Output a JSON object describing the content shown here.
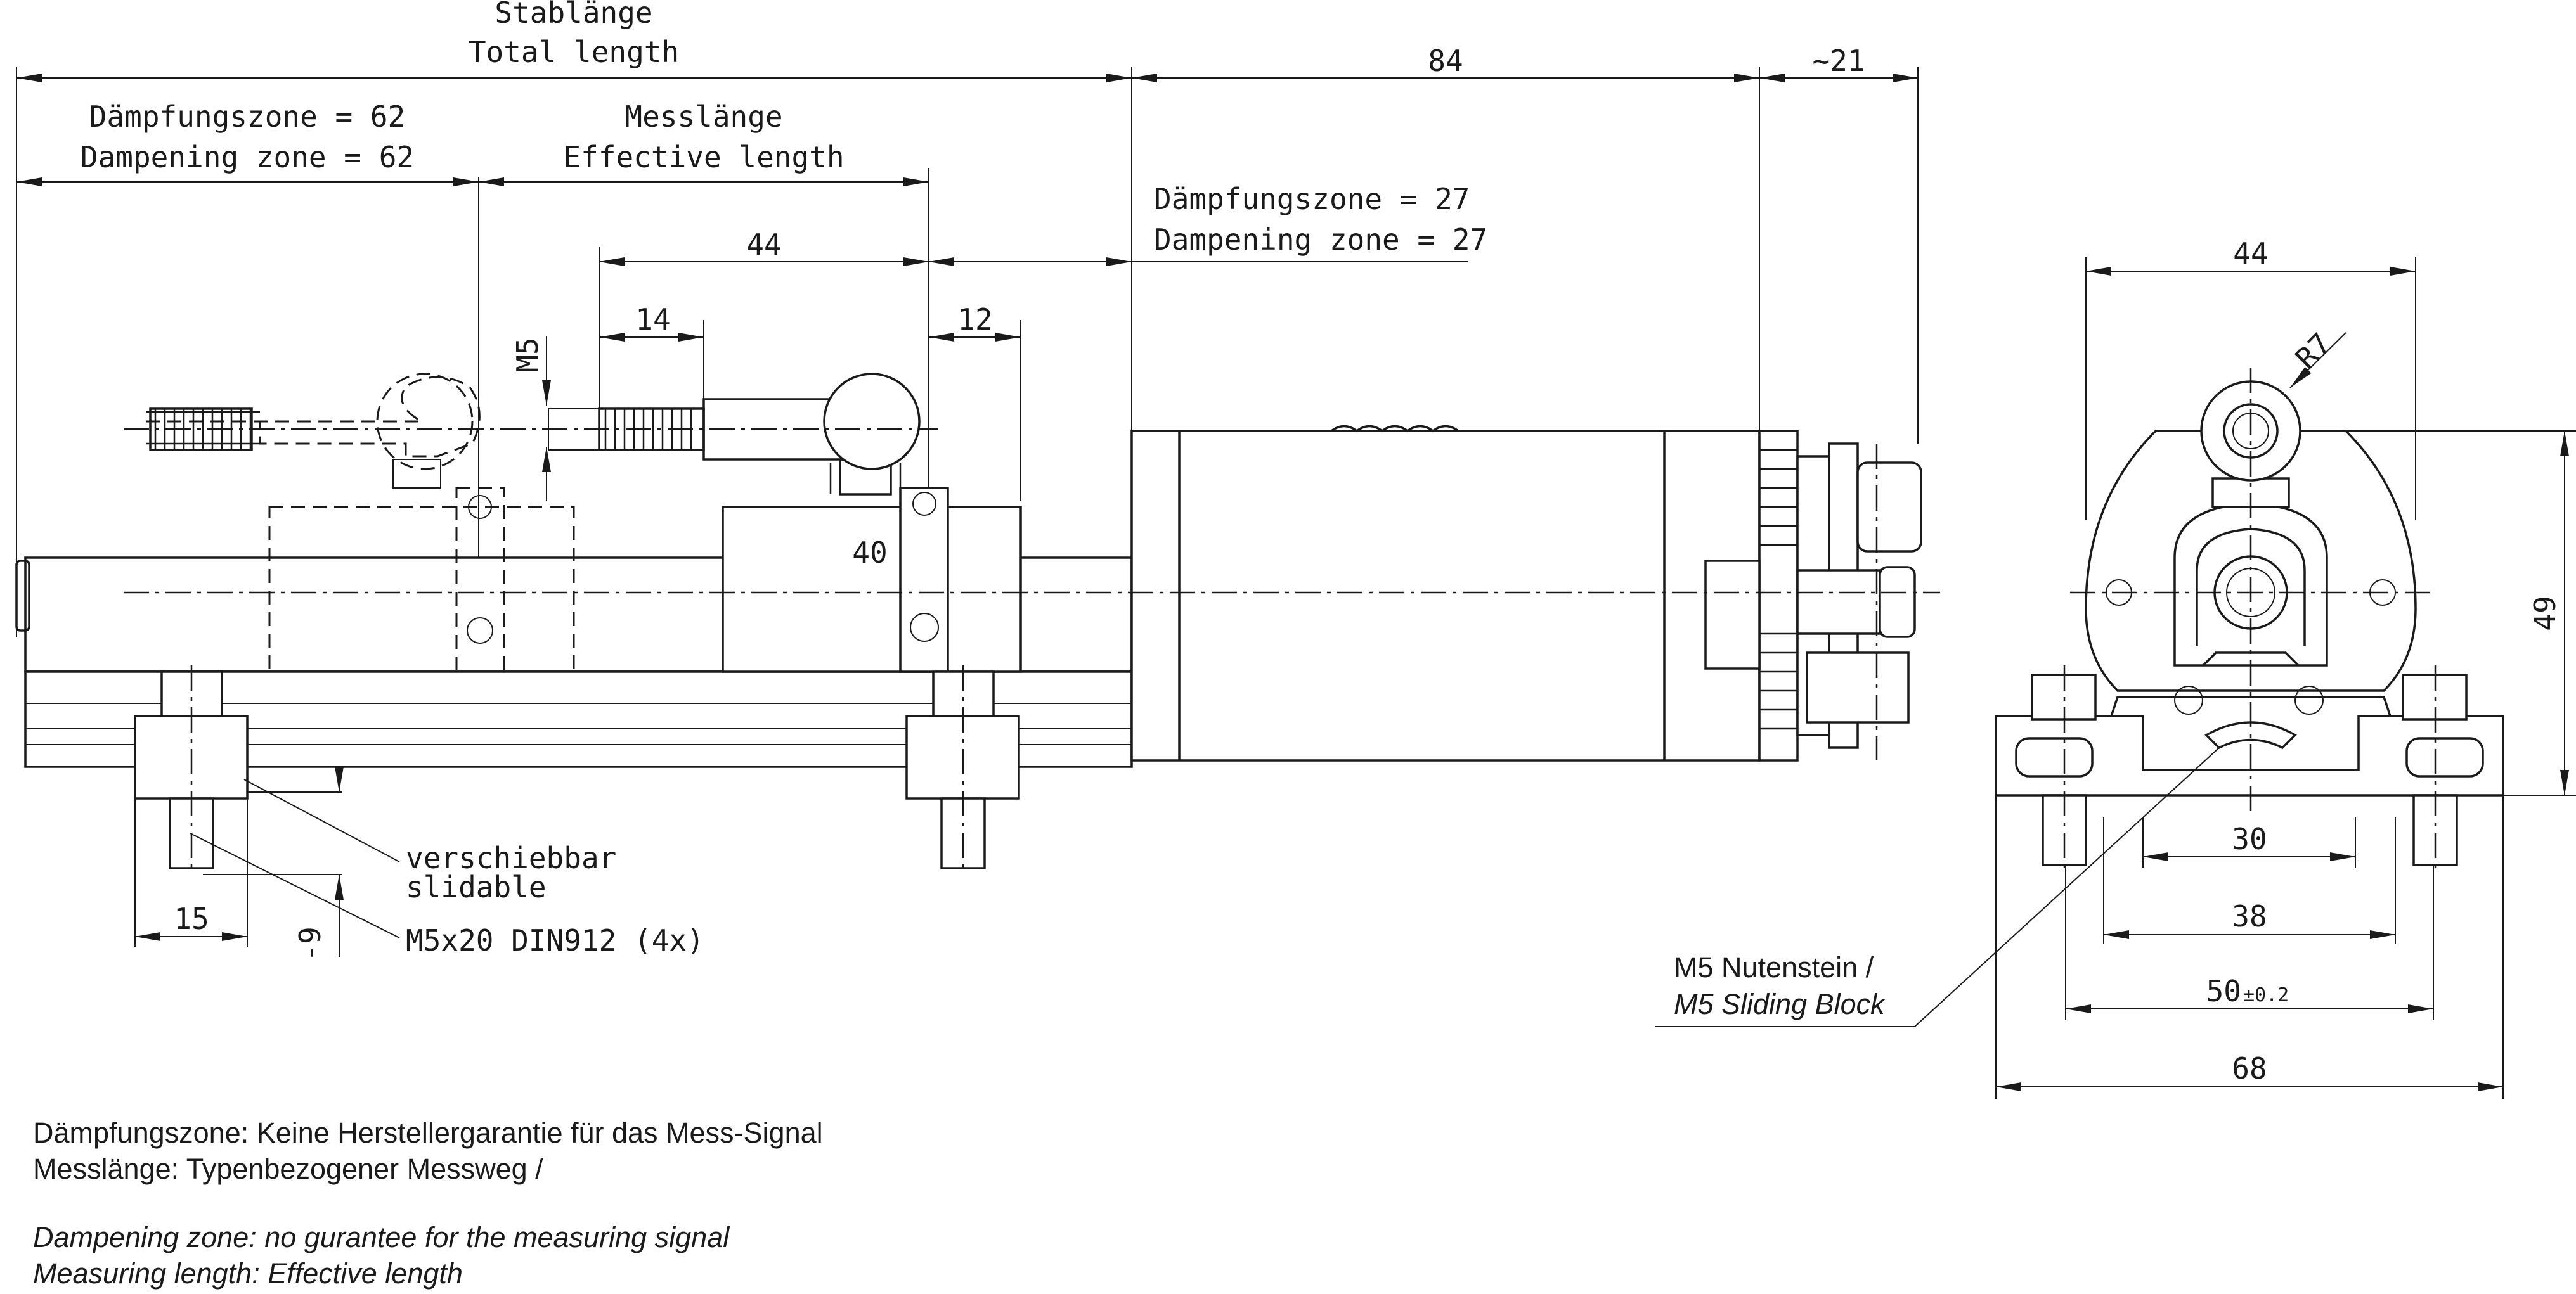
{
  "side_view": {
    "total_length_de": "Stablänge",
    "total_length_en": "Total length",
    "damp_left_de": "Dämpfungszone = 62",
    "damp_left_en": "Dampening zone = 62",
    "eff_de": "Messlänge",
    "eff_en": "Effective length",
    "damp_right_de": "Dämpfungszone = 27",
    "damp_right_en": "Dampening zone = 27",
    "dim_84": "84",
    "dim_minus21": "~21",
    "dim_44": "44",
    "dim_14": "14",
    "dim_12": "12",
    "dim_m5": "M5",
    "dim_40": "40",
    "dim_15": "15",
    "dim_minus9": "-9",
    "slide_de": "verschiebbar",
    "slide_en": "slidable",
    "screw": "M5x20 DIN912 (4x)"
  },
  "end_view": {
    "dim_44": "44",
    "dim_r7": "R7",
    "dim_49": "49",
    "dim_30": "30",
    "dim_38": "38",
    "dim_50": "50",
    "dim_50_tol": "±0.2",
    "dim_68": "68",
    "block_de": "M5 Nutenstein /",
    "block_en": "M5 Sliding Block"
  },
  "notes": {
    "line1": "Dämpfungszone: Keine Herstellergarantie für das Mess-Signal",
    "line2": "Messlänge: Typenbezogener Messweg /",
    "line3": "Dampening zone: no gurantee for the measuring signal",
    "line4": "Measuring length: Effective length"
  }
}
